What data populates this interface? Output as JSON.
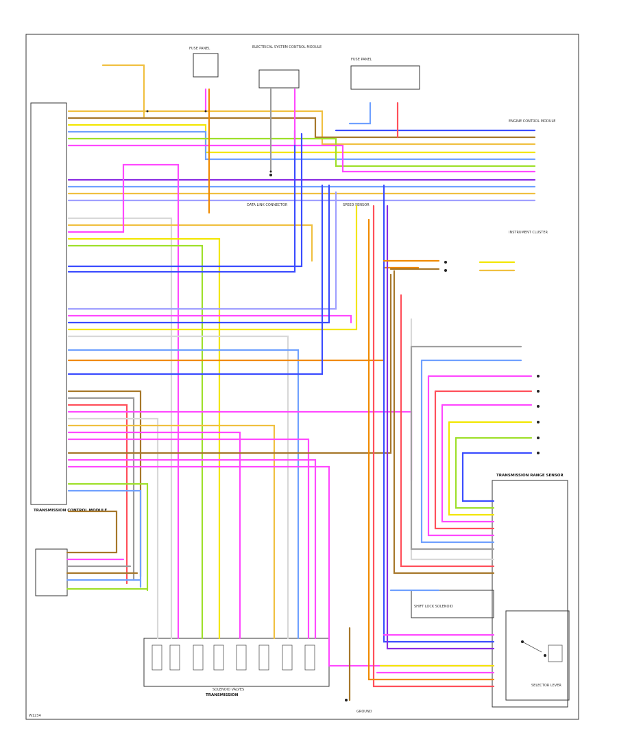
{
  "image_code": "W1234",
  "components": {
    "tcm": "TRANSMISSION CONTROL MODULE",
    "transmission": "TRANSMISSION",
    "tr_sensor": "TRANSMISSION RANGE SENSOR",
    "selector_lever": "SELECTOR LEVER",
    "shift_lock": "SHIFT LOCK SOLENOID",
    "elec_system_ctrl": "ELECTRICAL SYSTEM CONTROL MODULE",
    "data_link": "DATA LINK CONNECTOR",
    "ecm": "ENGINE CONTROL MODULE",
    "fuse_left": "FUSE PANEL",
    "fuse_right": "FUSE PANEL",
    "solenoid_valves": "SOLENOID VALVES",
    "speed_sensor": "SPEED SENSOR",
    "instrument": "INSTRUMENT CLUSTER",
    "ground": "GROUND"
  },
  "colors": {
    "red": "#ff4f5a",
    "orange": "#f08a00",
    "yellow": "#f2e600",
    "green": "#9ee02a",
    "blue": "#3a4cff",
    "violet": "#8a2be2",
    "pink": "#ff49ff",
    "brown": "#a6772a",
    "grey": "#9a9a9a",
    "black": "#1a1a1a",
    "lightblue": "#6fa0ff",
    "white": "#d8d8d8"
  }
}
